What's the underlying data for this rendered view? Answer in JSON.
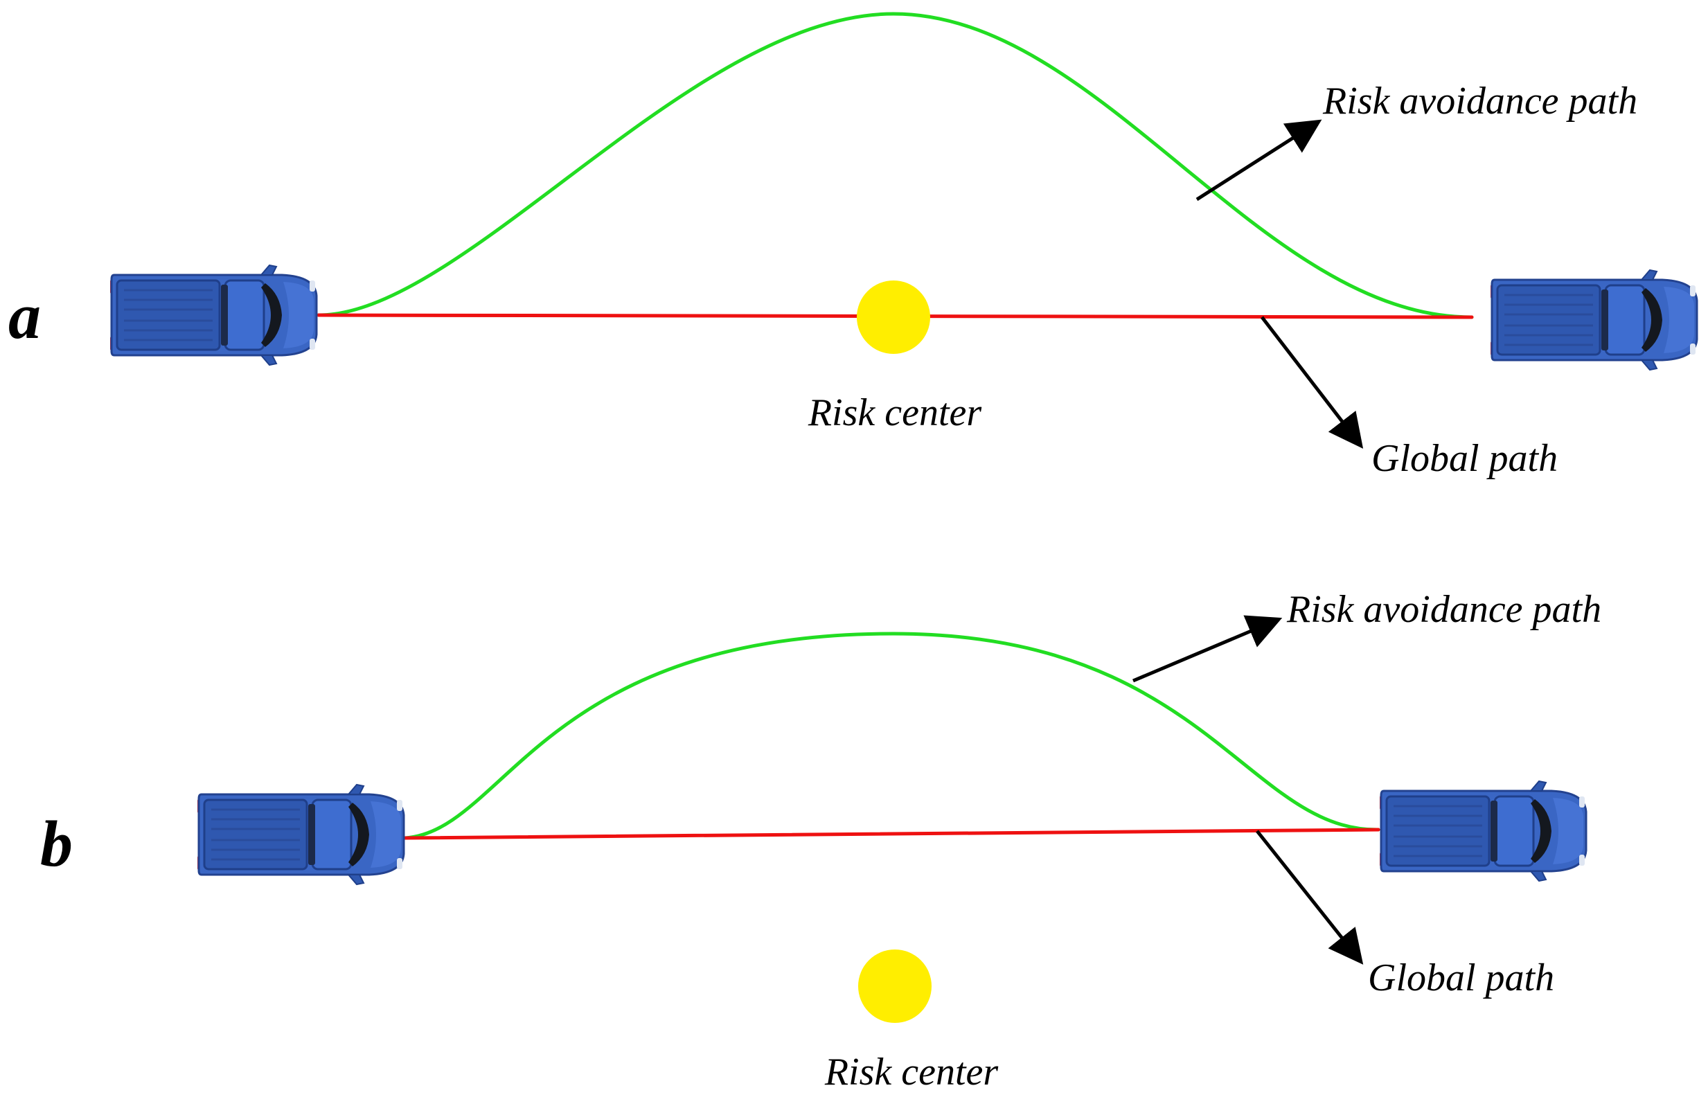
{
  "colors": {
    "risk_avoidance_path": "#22dd22",
    "global_path": "#ee1111",
    "risk_center": "#ffee00",
    "vehicle_body": "#3a66c4",
    "vehicle_dark": "#1f3f8a",
    "arrow": "#000000"
  },
  "icons": {
    "vehicle": "pickup-truck-top-view-icon",
    "risk_center": "yellow-circle"
  },
  "panels": [
    {
      "id": "a",
      "label": "a",
      "risk_avoidance_label": "Risk avoidance path",
      "global_path_label": "Global path",
      "risk_center_label": "Risk center"
    },
    {
      "id": "b",
      "label": "b",
      "risk_avoidance_label": "Risk avoidance path",
      "global_path_label": "Global path",
      "risk_center_label": "Risk center"
    }
  ]
}
